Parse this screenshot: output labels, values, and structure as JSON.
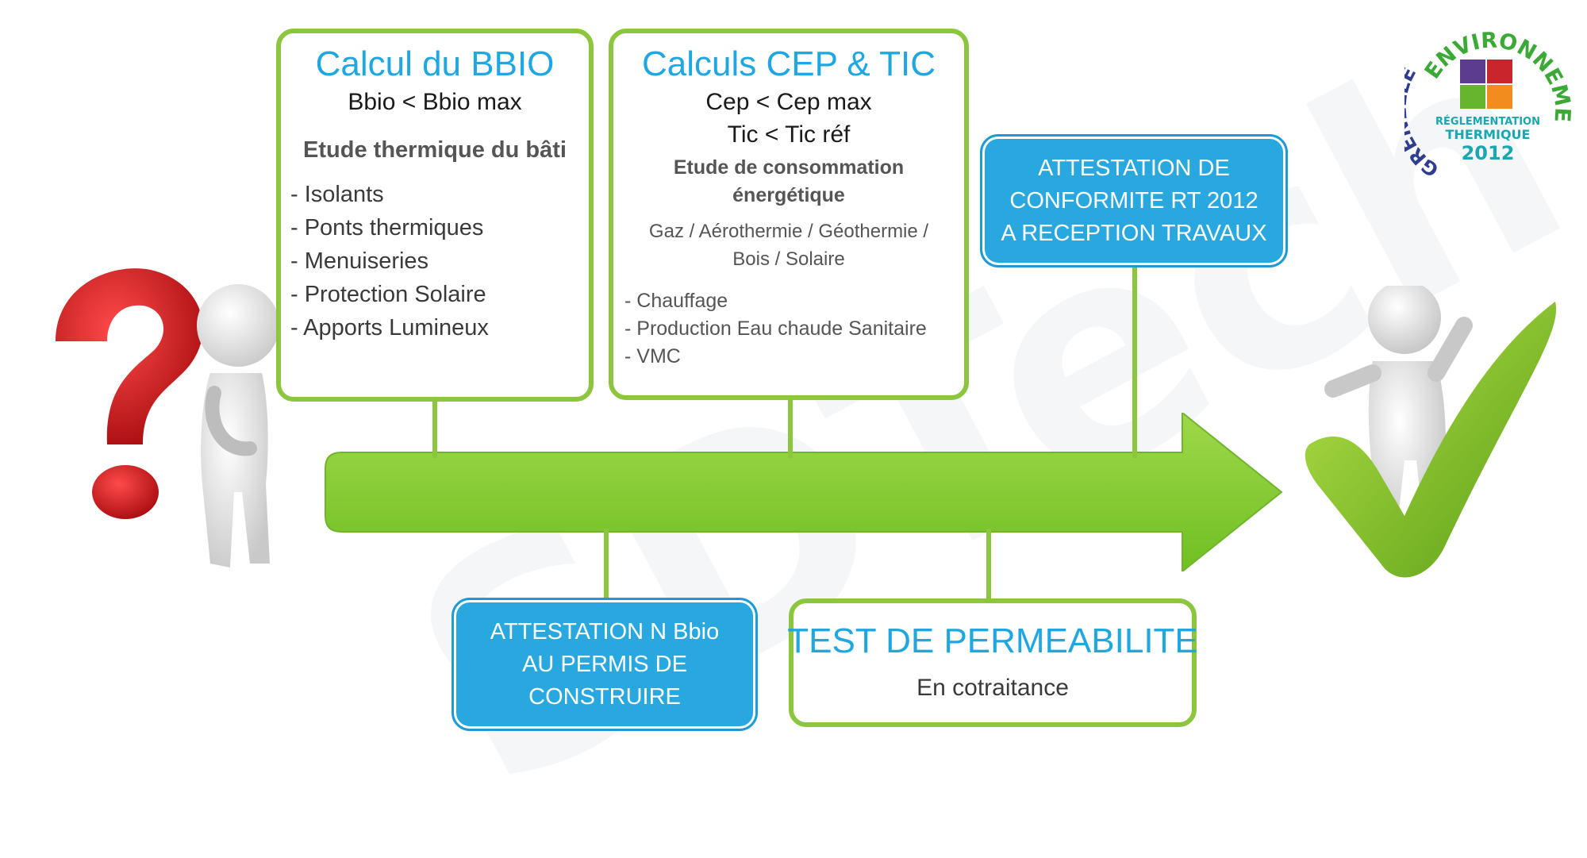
{
  "bbio_box": {
    "title": "Calcul du BBIO",
    "subtitle": "Bbio < Bbio max",
    "heading": "Etude thermique du bâti",
    "items": [
      "- Isolants",
      "- Ponts thermiques",
      "- Menuiseries",
      "- Protection Solaire",
      "- Apports Lumineux"
    ]
  },
  "cep_box": {
    "title": "Calculs CEP & TIC",
    "line1": "Cep < Cep max",
    "line2": "Tic < Tic réf",
    "heading_line1": "Etude de consommation",
    "heading_line2": "énergétique",
    "energies_line1": "Gaz / Aérothermie / Géothermie /",
    "energies_line2": "Bois / Solaire",
    "items": [
      "- Chauffage",
      "- Production Eau chaude Sanitaire",
      "- VMC"
    ]
  },
  "attestation_final": {
    "line1": "ATTESTATION DE",
    "line2": "CONFORMITE RT 2012",
    "line3": "A RECEPTION TRAVAUX"
  },
  "attestation_permis": {
    "line1": "ATTESTATION N Bbio",
    "line2": "AU PERMIS DE",
    "line3": "CONSTRUIRE"
  },
  "permeabilite_box": {
    "title": "TEST DE PERMEABILITE",
    "subtitle": "En cotraitance"
  },
  "logo": {
    "arc_top": "ENVIRONNEMENT",
    "arc_left": "GRENELLE",
    "line1": "RÉGLEMENTATION",
    "line2": "THERMIQUE",
    "line3": "2012"
  },
  "colors": {
    "green": "#8cc63f",
    "blue": "#29a8e0",
    "title_blue": "#1ea7e0",
    "question_red": "#d7141a"
  }
}
